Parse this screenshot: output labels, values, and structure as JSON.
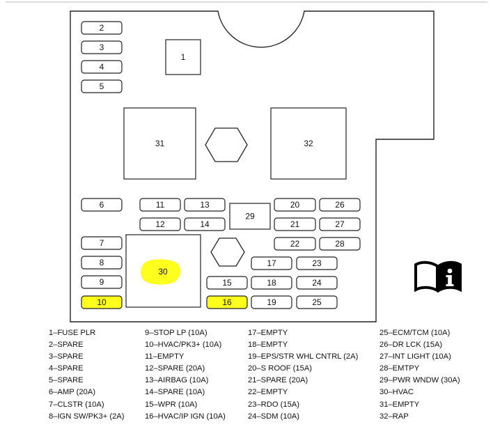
{
  "colors": {
    "highlight": "#ffff1e",
    "stroke": "#222222"
  },
  "fuses": [
    {
      "id": "f2",
      "label": "2"
    },
    {
      "id": "f3",
      "label": "3"
    },
    {
      "id": "f4",
      "label": "4"
    },
    {
      "id": "f5",
      "label": "5"
    },
    {
      "id": "f1",
      "label": "1"
    },
    {
      "id": "f31",
      "label": "31"
    },
    {
      "id": "f32",
      "label": "32"
    },
    {
      "id": "f6",
      "label": "6"
    },
    {
      "id": "f11",
      "label": "11"
    },
    {
      "id": "f13",
      "label": "13"
    },
    {
      "id": "f29",
      "label": "29"
    },
    {
      "id": "f20",
      "label": "20"
    },
    {
      "id": "f26",
      "label": "26"
    },
    {
      "id": "f12",
      "label": "12"
    },
    {
      "id": "f14",
      "label": "14"
    },
    {
      "id": "f21",
      "label": "21"
    },
    {
      "id": "f27",
      "label": "27"
    },
    {
      "id": "f7",
      "label": "7"
    },
    {
      "id": "f22",
      "label": "22"
    },
    {
      "id": "f28",
      "label": "28"
    },
    {
      "id": "f8",
      "label": "8"
    },
    {
      "id": "f17",
      "label": "17"
    },
    {
      "id": "f23",
      "label": "23"
    },
    {
      "id": "f30",
      "label": "30",
      "highlight": true
    },
    {
      "id": "f9",
      "label": "9"
    },
    {
      "id": "f15",
      "label": "15"
    },
    {
      "id": "f18",
      "label": "18"
    },
    {
      "id": "f24",
      "label": "24"
    },
    {
      "id": "f10",
      "label": "10",
      "highlight": true
    },
    {
      "id": "f16",
      "label": "16",
      "highlight": true
    },
    {
      "id": "f19",
      "label": "19"
    },
    {
      "id": "f25",
      "label": "25"
    }
  ],
  "legend": {
    "col1": [
      "1–FUSE PLR",
      "2–SPARE",
      "3–SPARE",
      "4–SPARE",
      "5–SPARE",
      "6–AMP (20A)",
      "7–CLSTR (10A)",
      "8–IGN SW/PK3+ (2A)"
    ],
    "col2": [
      "9–STOP LP (10A)",
      "10–HVAC/PK3+ (10A)",
      "11–EMPTY",
      "12–SPARE (20A)",
      "13–AIRBAG (10A)",
      "14–SPARE (10A)",
      "15–WPR (10A)",
      "16–HVAC/IP IGN (10A)"
    ],
    "col3": [
      "17–EMPTY",
      "18–EMPTY",
      "19–EPS/STR WHL CNTRL (2A)",
      "20–S ROOF (15A)",
      "21–SPARE (20A)",
      "22–EMPTY",
      "23–RDO (15A)",
      "24–SDM (10A)"
    ],
    "col4": [
      "25–ECM/TCM (10A)",
      "26–DR LCK (15A)",
      "27–INT LIGHT (10A)",
      "28–EMTPY",
      "29–PWR WNDW (30A)",
      "30–HVAC",
      "31–EMPTY",
      "32–RAP"
    ]
  },
  "icons": {
    "manual": "owners-manual-info-icon"
  }
}
